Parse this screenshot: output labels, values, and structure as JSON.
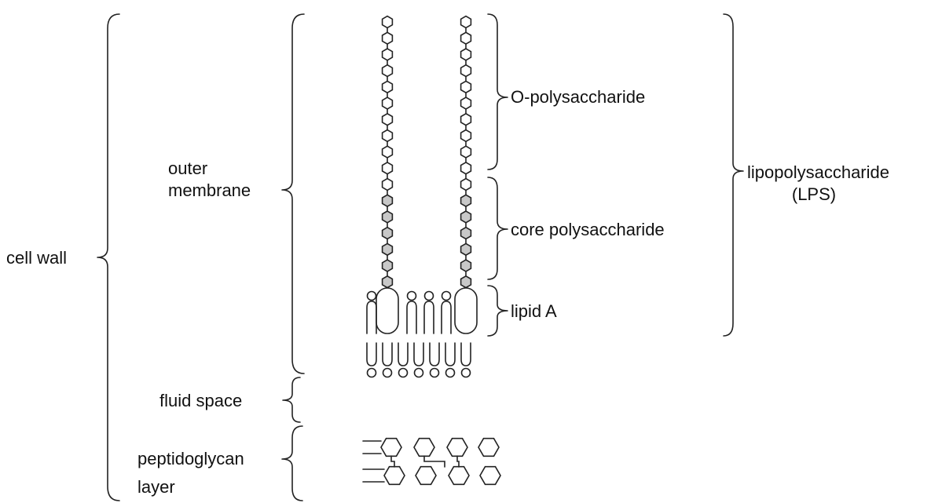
{
  "labels": {
    "cell_wall": "cell wall",
    "outer_membrane_line1": "outer",
    "outer_membrane_line2": "membrane",
    "fluid_space": "fluid space",
    "peptidoglycan_line1": "peptidoglycan",
    "peptidoglycan_line2": "layer",
    "o_polysaccharide": "O-polysaccharide",
    "core_polysaccharide": "core polysaccharide",
    "lipid_a": "lipid A",
    "lps_line1": "lipopolysaccharide",
    "lps_line2": "(LPS)"
  },
  "colors": {
    "stroke": "#222222",
    "o_polysaccharide_fill": "#ffffff",
    "core_polysaccharide_fill": "#c8c8c8"
  }
}
